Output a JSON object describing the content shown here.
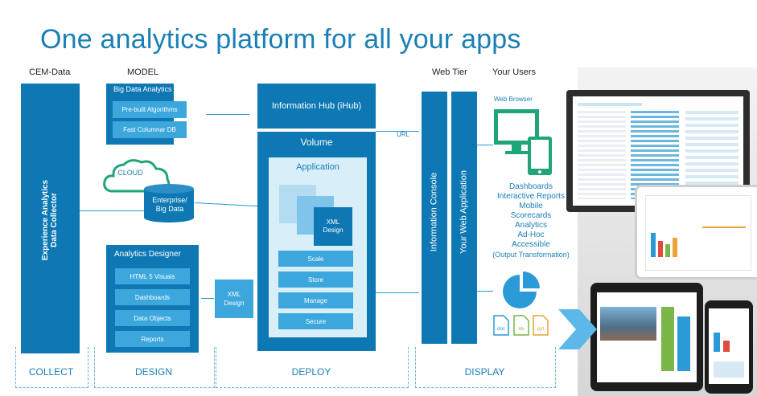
{
  "title": "One analytics platform for all your apps",
  "headers": {
    "cem": "CEM-Data",
    "model": "MODEL",
    "webtier": "Web Tier",
    "users": "Your Users"
  },
  "collect": {
    "vertical_label_1": "Experience Analytics",
    "vertical_label_2": "Data Collector"
  },
  "bigdata": {
    "title": "Big Data Analytics",
    "items": [
      "Pre-built Algorithms",
      "Fast Columnar DB"
    ]
  },
  "cloud": {
    "label": "CLOUD"
  },
  "cylinder": {
    "line1": "Enterprise/",
    "line2": "Big Data"
  },
  "designer": {
    "title": "Analytics Designer",
    "items": [
      "HTML 5 Visuals",
      "Dashboards",
      "Data Objects",
      "Reports"
    ]
  },
  "xml_design_left": {
    "line1": "XML",
    "line2": "Design"
  },
  "deploy": {
    "ihub": "Information Hub (iHub)",
    "volume": "Volume",
    "application": "Application",
    "xml_line1": "XML",
    "xml_line2": "Design",
    "items": [
      "Scale",
      "Store",
      "Manage",
      "Secure"
    ]
  },
  "url_label": "URL",
  "web_tier": {
    "col1": "Information Console",
    "col2": "Your Web Application"
  },
  "users": {
    "browser": "Web Browser",
    "list": [
      "Dashboards",
      "Interactive Reports",
      "Mobile",
      "Scorecards",
      "Analytics",
      "Ad-Hoc",
      "Accessible",
      "(Output Transformation)"
    ],
    "files": [
      "doc",
      "xls",
      "ppt"
    ]
  },
  "footer": {
    "collect": "COLLECT",
    "design": "DESIGN",
    "deploy": "DEPLOY",
    "display": "DISPLAY"
  },
  "colors": {
    "primary": "#0e78b4",
    "light": "#3ba7dd",
    "accent": "#1a7fb6"
  }
}
